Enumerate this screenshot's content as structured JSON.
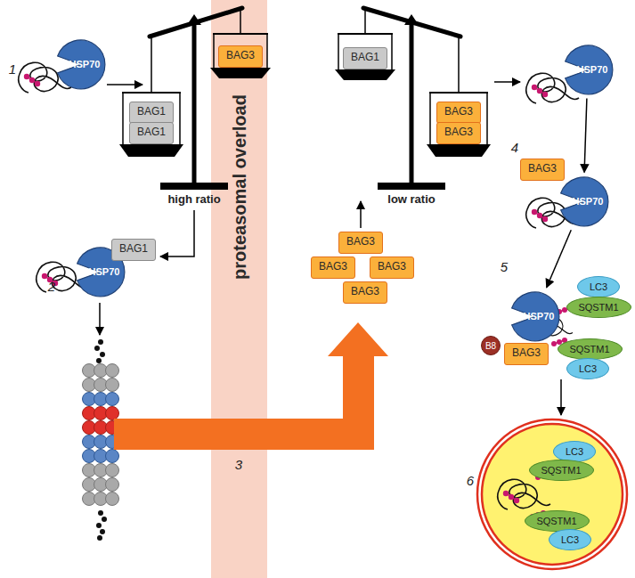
{
  "diagram": {
    "nodes": [
      {
        "text": [
          "HSP70"
        ]
      },
      {
        "text": [
          "BAG1"
        ]
      },
      {
        "text": [
          "BAG1"
        ]
      },
      {
        "text": [
          "BAG3"
        ]
      },
      {
        "text": [
          "HSP70"
        ]
      },
      {
        "text": [
          "BAG1"
        ]
      },
      {
        "text": [
          "BAG3"
        ]
      },
      {
        "text": [
          "BAG3"
        ]
      },
      {
        "text": [
          "BAG3"
        ]
      },
      {
        "text": [
          "BAG3"
        ]
      },
      {
        "text": [
          "BAG1"
        ]
      },
      {
        "text": [
          "BAG3"
        ]
      },
      {
        "text": [
          "BAG3"
        ]
      },
      {
        "text": [
          "HSP70"
        ]
      },
      {
        "text": [
          "BAG3"
        ]
      },
      {
        "text": [
          "HSP70"
        ]
      },
      {
        "text": [
          "HSP70"
        ]
      },
      {
        "text": [
          "LC3"
        ]
      },
      {
        "text": [
          "SQSTM1"
        ]
      },
      {
        "text": [
          "B8"
        ]
      },
      {
        "text": [
          "BAG3"
        ]
      },
      {
        "text": [
          "SQSTM1"
        ]
      },
      {
        "text": [
          "LC3"
        ]
      },
      {
        "text": [
          "LC3"
        ]
      },
      {
        "text": [
          "SQSTM1"
        ]
      },
      {
        "text": [
          "SQSTM1"
        ]
      },
      {
        "text": [
          "LC3"
        ]
      },
      {
        "text": [
          "proteasomal overload"
        ]
      }
    ],
    "edges": [
      {
        "from": 13,
        "to": 15,
        "arrow": "to"
      },
      {
        "from": 15,
        "to": 16,
        "arrow": "to"
      }
    ],
    "labels": [
      "1",
      "high ratio",
      "2",
      "3",
      "low ratio",
      "4",
      "5",
      "6"
    ]
  }
}
